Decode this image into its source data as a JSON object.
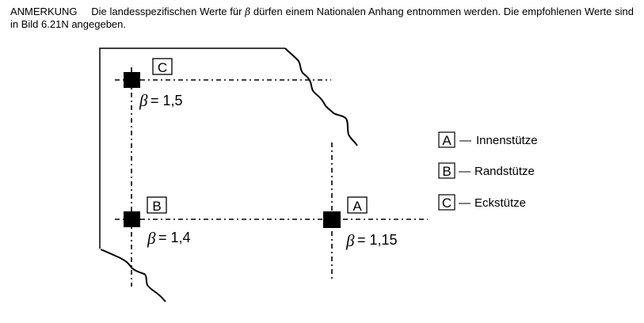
{
  "note": {
    "lead": "ANMERKUNG",
    "text_before_beta": "Die landesspezifischen Werte für",
    "beta_symbol": "β",
    "text_after_beta": "dürfen einem Nationalen Anhang entnommen werden. Die empfohlenen Werte sind in Bild 6.21N angegeben."
  },
  "diagram": {
    "columns": [
      {
        "id": "C",
        "beta_symbol": "β",
        "beta_value": "= 1,5"
      },
      {
        "id": "B",
        "beta_symbol": "β",
        "beta_value": "= 1,4"
      },
      {
        "id": "A",
        "beta_symbol": "β",
        "beta_value": "= 1,15"
      }
    ]
  },
  "legend": {
    "items": [
      {
        "key": "A",
        "dash": "—",
        "label": "Innenstütze"
      },
      {
        "key": "B",
        "dash": "—",
        "label": "Randstütze"
      },
      {
        "key": "C",
        "dash": "—",
        "label": "Eckstütze"
      }
    ]
  }
}
